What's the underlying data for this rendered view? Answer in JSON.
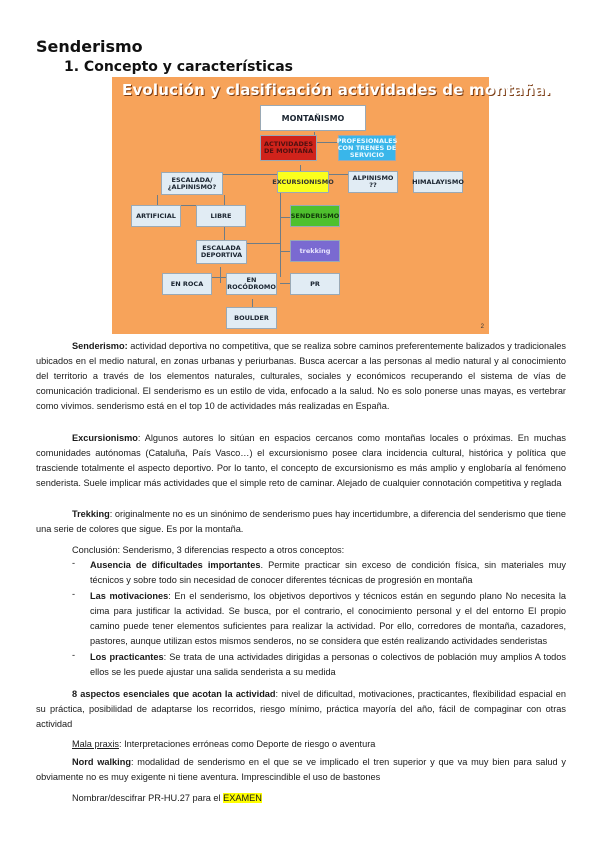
{
  "title": "Senderismo",
  "section": "1.  Concepto y características",
  "diagram": {
    "title": "Evolución y clasificación actividades de montaña.",
    "nodes": {
      "montanismo": "MONTAÑISMO",
      "actividades": "ACTIVIDADES DE MONTAÑA",
      "profesionales": "PROFESIONALES CON TRENES DE SERVICIO",
      "escalada_alpinismo": "ESCALADA/ ¿ALPINISMO?",
      "excursionismo": "EXCURSIONISMO",
      "alpinismo": "ALPINISMO ??",
      "himalayismo": "HIMALAYISMO",
      "artificial": "ARTIFICIAL",
      "libre": "LIBRE",
      "senderismo": "SENDERISMO",
      "escalada_deportiva": "ESCALADA DEPORTIVA",
      "trekking": "trekking",
      "en_roca": "EN ROCA",
      "en_rocodromo": "EN ROCÓDROMO",
      "pr": "PR",
      "boulder": "BOULDER"
    },
    "page_number": "2"
  },
  "paragraphs": {
    "senderismo_label": "Senderismo:",
    "senderismo_text": " actividad deportiva no competitiva, que se realiza sobre caminos preferentemente balizados y tradicionales ubicados en el medio natural, en zonas urbanas y periurbanas. Busca acercar a las personas al medio natural y al conocimiento del territorio a través de los elementos naturales, culturales, sociales y económicos recuperando el sistema de vías de comunicación tradicional. El senderismo es un estilo de vida, enfocado a la salud. No es solo ponerse unas mayas, es vertebrar como vivimos. senderismo está en el top 10 de actividades más realizadas en España.",
    "excursionismo_label": "Excursionismo",
    "excursionismo_text": ": Algunos autores lo sitúan en espacios cercanos como montañas locales o próximas. En muchas comunidades autónomas (Cataluña, País Vasco…) el excursionismo posee clara incidencia cultural, histórica y política que trasciende totalmente el aspecto deportivo. Por lo tanto, el concepto de excursionismo es más amplio y englobaría al fenómeno senderista. Suele implicar más actividades que el simple reto de caminar. Alejado de cualquier connotación competitiva y reglada",
    "trekking_label": "Trekking",
    "trekking_text": ": originalmente no es un sinónimo de senderismo pues hay incertidumbre, a diferencia del senderismo que tiene una serie de colores que sigue. Es por la montaña.",
    "conclusion": "Conclusión: Senderismo, 3 diferencias respecto a otros conceptos:",
    "bullets": [
      {
        "label": "Ausencia de dificultades importantes",
        "text": ". Permite practicar sin exceso de condición física, sin materiales muy técnicos y sobre todo sin necesidad de conocer diferentes técnicas de progresión en montaña"
      },
      {
        "label": "Las motivaciones",
        "text": ": En el senderismo, los objetivos deportivos y técnicos están en segundo plano No necesita la cima para justificar la actividad. Se busca, por el contrario, el conocimiento personal y el del entorno El propio camino puede tener elementos suficientes para realizar la actividad. Por ello, corredores de montaña, cazadores, pastores, aunque utilizan estos mismos senderos, no se considera que estén realizando actividades senderistas"
      },
      {
        "label": "Los practicantes",
        "text": ": Se trata de una actividades dirigidas a personas o colectivos de población muy amplios A todos ellos se les puede ajustar una salida senderista a su medida"
      }
    ],
    "bullet_marker": "-",
    "aspectos_label": "8 aspectos esenciales que acotan la actividad",
    "aspectos_text": ": nivel de dificultad, motivaciones, practicantes, flexibilidad espacial en su práctica, posibilidad de adaptarse los recorridos, riesgo mínimo, práctica mayoría del año, fácil de compaginar con otras actividad",
    "mala_label": "Mala praxis",
    "mala_text": ": Interpretaciones erróneas como Deporte de riesgo o aventura",
    "nordic_label": "Nord walking",
    "nordic_text": ": modalidad de senderismo en el que se ve implicado el tren superior y que va muy bien para salud y obviamente no es muy exigente ni tiene aventura. Imprescindible el uso de bastones",
    "examen_prefix": "Nombrar/descifrar PR-HU.27 para el ",
    "examen_highlight": "EXAMEN"
  },
  "colors": {
    "diagram_bg": "#f7a35a",
    "highlight": "#ffff00"
  }
}
